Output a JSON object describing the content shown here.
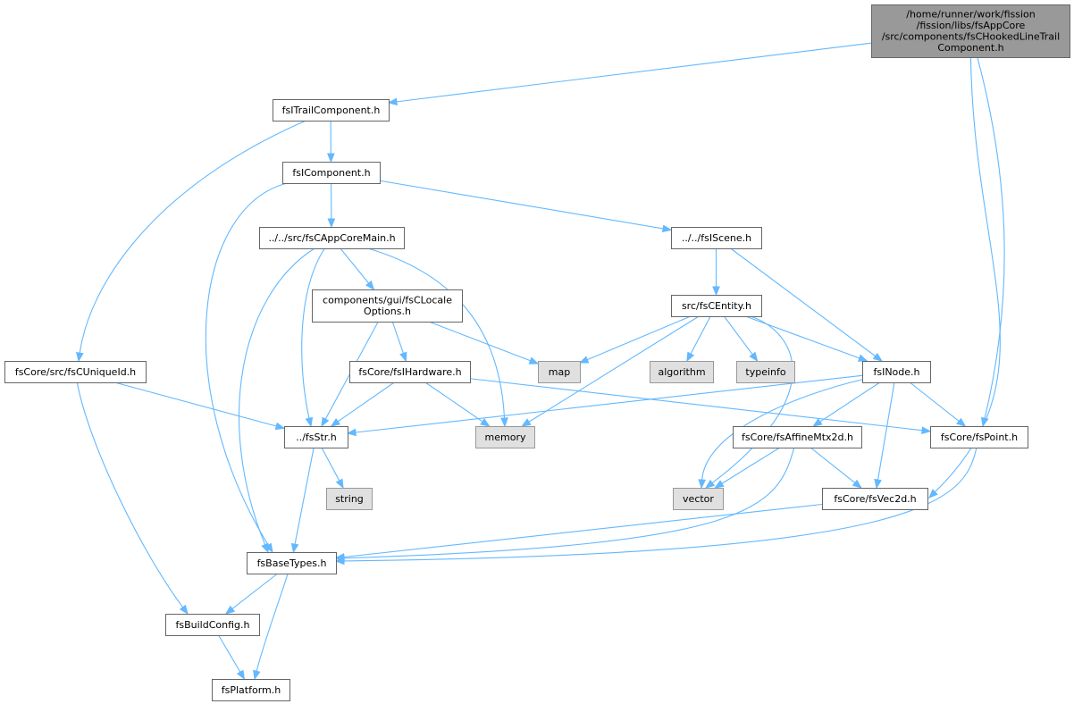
{
  "colors": {
    "edge": "#63b8ff",
    "node_border": "#666666",
    "node_fill": "#ffffff",
    "root_fill": "#999999",
    "root_border": "#666666",
    "system_fill": "#e0e0e0",
    "system_border": "#999999"
  },
  "nodes": [
    {
      "id": "root",
      "lines": [
        "/home/runner/work/fission",
        "/fission/libs/fsAppCore",
        "/src/components/fsCHookedLineTrail",
        "Component.h"
      ],
      "kind": "root"
    },
    {
      "id": "trail",
      "lines": [
        "fsITrailComponent.h"
      ],
      "kind": "normal"
    },
    {
      "id": "comp",
      "lines": [
        "fsIComponent.h"
      ],
      "kind": "normal"
    },
    {
      "id": "appcore",
      "lines": [
        "../../src/fsCAppCoreMain.h"
      ],
      "kind": "normal"
    },
    {
      "id": "scene",
      "lines": [
        "../../fsIScene.h"
      ],
      "kind": "normal"
    },
    {
      "id": "locale",
      "lines": [
        "components/gui/fsCLocale",
        "Options.h"
      ],
      "kind": "normal"
    },
    {
      "id": "entity",
      "lines": [
        "src/fsCEntity.h"
      ],
      "kind": "normal"
    },
    {
      "id": "uniqueid",
      "lines": [
        "fsCore/src/fsCUniqueId.h"
      ],
      "kind": "normal"
    },
    {
      "id": "hardware",
      "lines": [
        "fsCore/fsIHardware.h"
      ],
      "kind": "normal"
    },
    {
      "id": "map",
      "lines": [
        "map"
      ],
      "kind": "system"
    },
    {
      "id": "algorithm",
      "lines": [
        "algorithm"
      ],
      "kind": "system"
    },
    {
      "id": "typeinfo",
      "lines": [
        "typeinfo"
      ],
      "kind": "system"
    },
    {
      "id": "inode",
      "lines": [
        "fsINode.h"
      ],
      "kind": "normal"
    },
    {
      "id": "str",
      "lines": [
        "../fsStr.h"
      ],
      "kind": "normal"
    },
    {
      "id": "memory",
      "lines": [
        "memory"
      ],
      "kind": "system"
    },
    {
      "id": "affine",
      "lines": [
        "fsCore/fsAffineMtx2d.h"
      ],
      "kind": "normal"
    },
    {
      "id": "point",
      "lines": [
        "fsCore/fsPoint.h"
      ],
      "kind": "normal"
    },
    {
      "id": "string",
      "lines": [
        "string"
      ],
      "kind": "system"
    },
    {
      "id": "vector",
      "lines": [
        "vector"
      ],
      "kind": "system"
    },
    {
      "id": "vec2d",
      "lines": [
        "fsCore/fsVec2d.h"
      ],
      "kind": "normal"
    },
    {
      "id": "basetypes",
      "lines": [
        "fsBaseTypes.h"
      ],
      "kind": "normal"
    },
    {
      "id": "buildconfig",
      "lines": [
        "fsBuildConfig.h"
      ],
      "kind": "normal"
    },
    {
      "id": "platform",
      "lines": [
        "fsPlatform.h"
      ],
      "kind": "normal"
    }
  ],
  "edges": [
    {
      "from": "root",
      "to": "trail"
    },
    {
      "from": "root",
      "to": "vec2d"
    },
    {
      "from": "root",
      "to": "point"
    },
    {
      "from": "trail",
      "to": "comp"
    },
    {
      "from": "trail",
      "to": "uniqueid"
    },
    {
      "from": "comp",
      "to": "appcore"
    },
    {
      "from": "comp",
      "to": "scene"
    },
    {
      "from": "comp",
      "to": "basetypes"
    },
    {
      "from": "appcore",
      "to": "locale"
    },
    {
      "from": "appcore",
      "to": "str"
    },
    {
      "from": "appcore",
      "to": "memory"
    },
    {
      "from": "appcore",
      "to": "basetypes"
    },
    {
      "from": "scene",
      "to": "entity"
    },
    {
      "from": "scene",
      "to": "inode"
    },
    {
      "from": "locale",
      "to": "hardware"
    },
    {
      "from": "locale",
      "to": "map"
    },
    {
      "from": "locale",
      "to": "str"
    },
    {
      "from": "entity",
      "to": "map"
    },
    {
      "from": "entity",
      "to": "algorithm"
    },
    {
      "from": "entity",
      "to": "typeinfo"
    },
    {
      "from": "entity",
      "to": "inode"
    },
    {
      "from": "entity",
      "to": "memory"
    },
    {
      "from": "entity",
      "to": "vector"
    },
    {
      "from": "uniqueid",
      "to": "str"
    },
    {
      "from": "uniqueid",
      "to": "buildconfig"
    },
    {
      "from": "hardware",
      "to": "str"
    },
    {
      "from": "hardware",
      "to": "memory"
    },
    {
      "from": "hardware",
      "to": "point"
    },
    {
      "from": "inode",
      "to": "str"
    },
    {
      "from": "inode",
      "to": "affine"
    },
    {
      "from": "inode",
      "to": "point"
    },
    {
      "from": "inode",
      "to": "vec2d"
    },
    {
      "from": "inode",
      "to": "vector"
    },
    {
      "from": "str",
      "to": "string"
    },
    {
      "from": "str",
      "to": "basetypes"
    },
    {
      "from": "affine",
      "to": "vector"
    },
    {
      "from": "affine",
      "to": "vec2d"
    },
    {
      "from": "affine",
      "to": "basetypes"
    },
    {
      "from": "point",
      "to": "basetypes"
    },
    {
      "from": "vec2d",
      "to": "basetypes"
    },
    {
      "from": "basetypes",
      "to": "buildconfig"
    },
    {
      "from": "basetypes",
      "to": "platform"
    },
    {
      "from": "buildconfig",
      "to": "platform"
    }
  ]
}
